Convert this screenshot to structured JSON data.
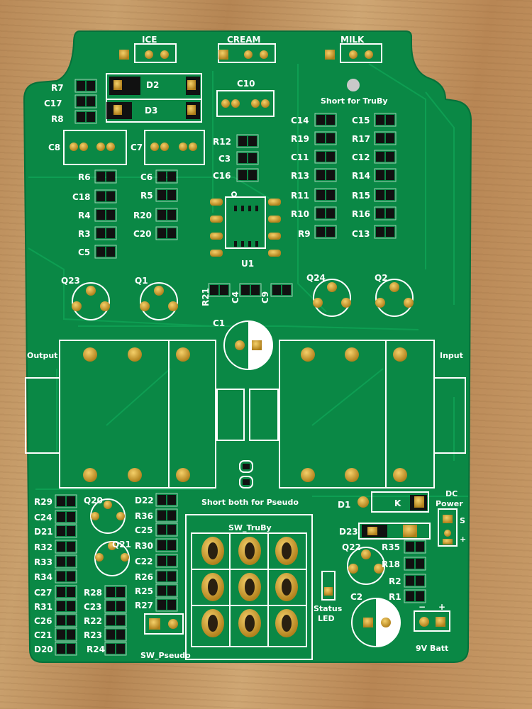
{
  "board": {
    "header_labels": {
      "ice": "ICE",
      "cream": "CREAM",
      "milk": "MILK",
      "c10": "C10"
    },
    "short_truby": "Short for TruBy",
    "short_pseudo": "Short both for Pseudo",
    "io": {
      "output": "Output",
      "input": "Input"
    },
    "dc_power": {
      "line1": "DC",
      "line2": "Power",
      "s": "S",
      "plus": "+"
    },
    "status_led": {
      "line1": "Status",
      "line2": "LED"
    },
    "batt": {
      "label": "9V Batt",
      "minus": "−",
      "plus": "+"
    },
    "switches": {
      "truby": "SW_TruBy",
      "pseudo": "SW_Pseudo"
    },
    "ic": "U1",
    "components": {
      "d2": "D2",
      "d3": "D3",
      "c8": "C8",
      "c7": "C7",
      "r7": "R7",
      "c17": "C17",
      "r8": "R8",
      "r6": "R6",
      "c18": "C18",
      "r4": "R4",
      "r3": "R3",
      "c5": "C5",
      "c6": "C6",
      "r5": "R5",
      "r20": "R20",
      "c20": "C20",
      "r12": "R12",
      "c3": "C3",
      "c16": "C16",
      "c14": "C14",
      "r19": "R19",
      "c11": "C11",
      "r13": "R13",
      "r11": "R11",
      "r10": "R10",
      "r9": "R9",
      "c15": "C15",
      "r17": "R17",
      "c12": "C12",
      "r14": "R14",
      "r15": "R15",
      "r16": "R16",
      "c13": "C13",
      "q23": "Q23",
      "q1": "Q1",
      "q24": "Q24",
      "q2": "Q2",
      "r21": "R21",
      "c4": "C4",
      "c9": "C9",
      "c1": "C1",
      "r29": "R29",
      "c24": "C24",
      "d21": "D21",
      "r32": "R32",
      "r33": "R33",
      "r34": "R34",
      "c27": "C27",
      "r31": "R31",
      "c26": "C26",
      "c21": "C21",
      "d20": "D20",
      "q20": "Q20",
      "q21": "Q21",
      "r28": "R28",
      "c23": "C23",
      "r22": "R22",
      "r23": "R23",
      "r24": "R24",
      "d22": "D22",
      "r36": "R36",
      "c25": "C25",
      "r30": "R30",
      "c22": "C22",
      "r26": "R26",
      "r25": "R25",
      "r27": "R27",
      "d1": "D1",
      "k": "K",
      "d23": "D23",
      "q22": "Q22",
      "r35": "R35",
      "r18": "R18",
      "r2": "R2",
      "r1": "R1",
      "c2": "C2"
    },
    "colors": {
      "wood": "#c49a66",
      "pcb": "#0b8a47",
      "pcb_dark": "#087a3e",
      "silk": "#ffffff",
      "gold": "#d4a22c"
    }
  }
}
